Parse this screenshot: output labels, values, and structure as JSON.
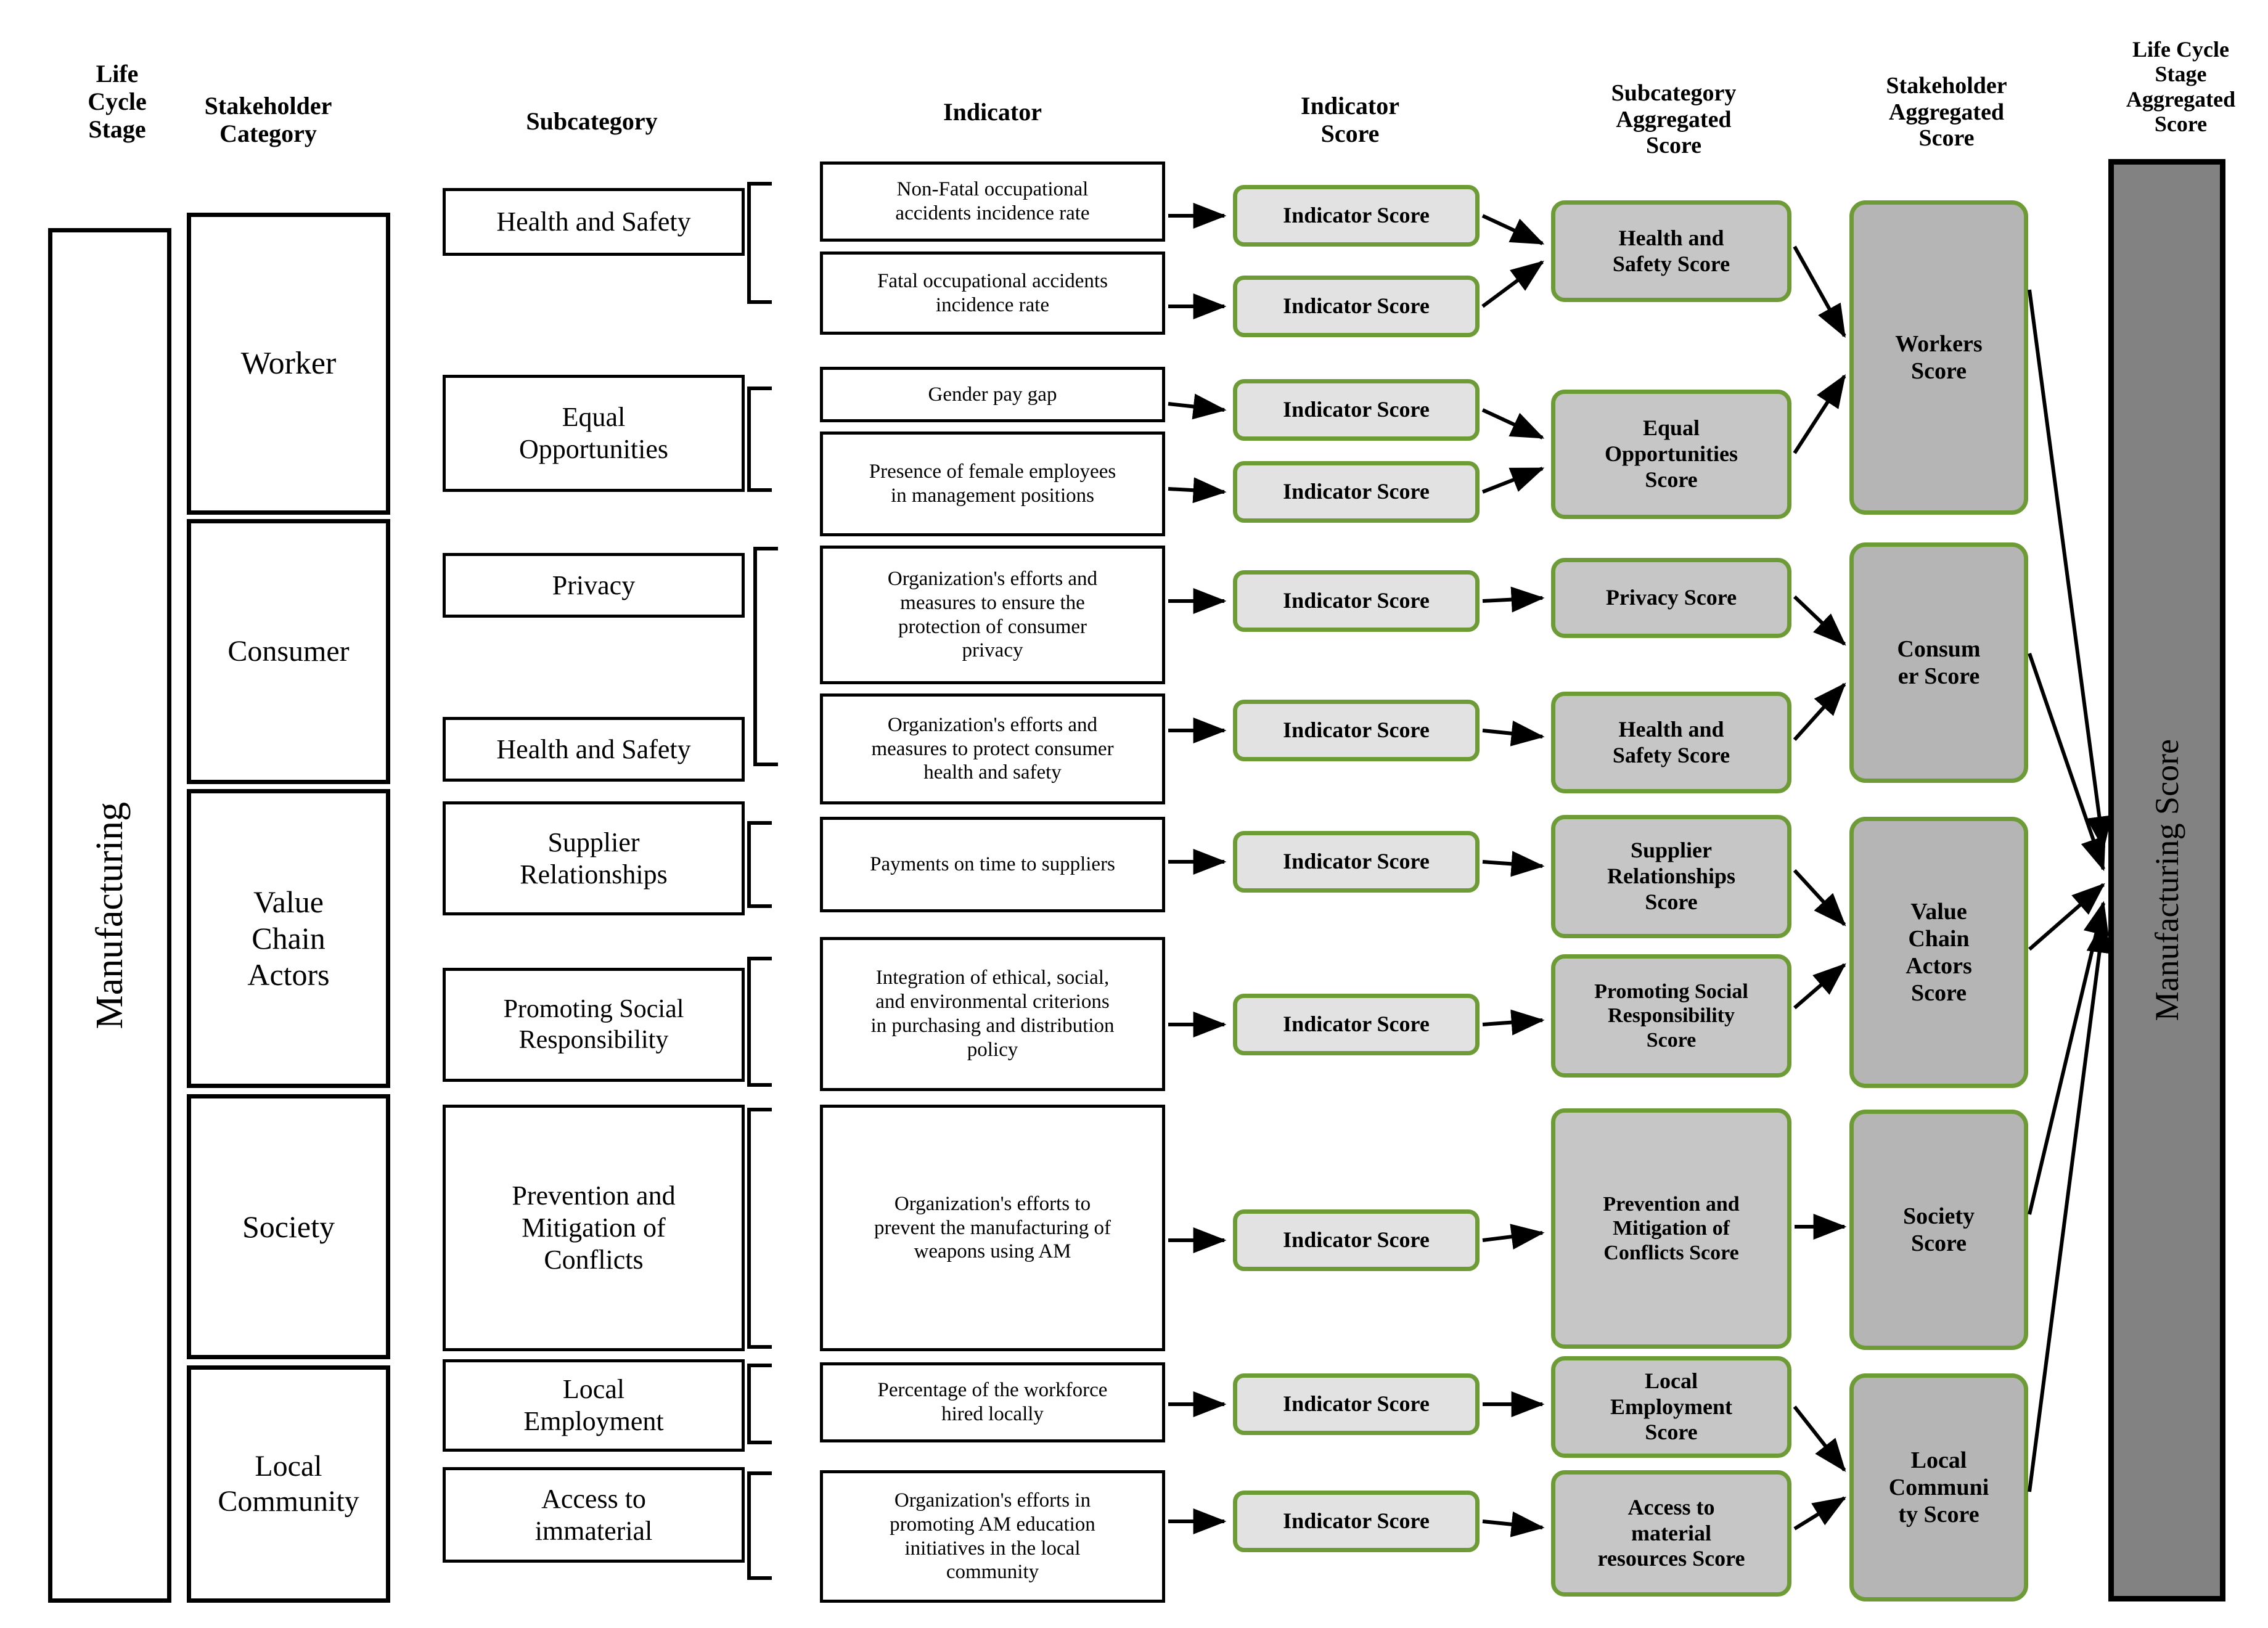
{
  "colors": {
    "green_border": "#6d9b36",
    "indicator_score_fill": "#e2e2e2",
    "subcategory_score_fill": "#c6c6c6",
    "stakeholder_score_fill": "#b5b5b5",
    "final_score_fill": "#828282",
    "box_border": "#000000"
  },
  "headers": {
    "life_cycle_stage": "Life\nCycle\nStage",
    "stakeholder_category": "Stakeholder\nCategory",
    "subcategory": "Subcategory",
    "indicator": "Indicator",
    "indicator_score": "Indicator\nScore",
    "subcategory_aggregated_score": "Subcategory\nAggregated\nScore",
    "stakeholder_aggregated_score": "Stakeholder\nAggregated\nScore",
    "life_cycle_stage_aggregated_score": "Life Cycle\nStage\nAggregated\nScore"
  },
  "life_cycle_stage": {
    "label": "Manufacturing"
  },
  "life_cycle_stage_score": {
    "label": "Manufacturing Score"
  },
  "stakeholder_categories": [
    {
      "label": "Worker"
    },
    {
      "label": "Consumer"
    },
    {
      "label": "Value\nChain\nActors"
    },
    {
      "label": "Society"
    },
    {
      "label": "Local\nCommunity"
    }
  ],
  "stakeholder_scores": [
    {
      "label": "Workers\nScore"
    },
    {
      "label": "Consum\ner Score"
    },
    {
      "label": "Value\nChain\nActors\nScore"
    },
    {
      "label": "Society\nScore"
    },
    {
      "label": "Local\nCommuni\nty Score"
    }
  ],
  "subcategories": [
    {
      "label": "Health and Safety"
    },
    {
      "label": "Equal\nOpportunities"
    },
    {
      "label": "Privacy"
    },
    {
      "label": "Health and Safety"
    },
    {
      "label": "Supplier\nRelationships"
    },
    {
      "label": "Promoting Social\nResponsibility"
    },
    {
      "label": "Prevention and\nMitigation of\nConflicts"
    },
    {
      "label": "Local\nEmployment"
    },
    {
      "label": "Access to\nimmaterial"
    }
  ],
  "subcategory_scores": [
    {
      "label": "Health and\nSafety Score"
    },
    {
      "label": "Equal\nOpportunities\nScore"
    },
    {
      "label": "Privacy Score"
    },
    {
      "label": "Health and\nSafety Score"
    },
    {
      "label": "Supplier\nRelationships\nScore"
    },
    {
      "label": "Promoting Social\nResponsibility\nScore"
    },
    {
      "label": "Prevention and\nMitigation of\nConflicts Score"
    },
    {
      "label": "Local\nEmployment\nScore"
    },
    {
      "label": "Access to\nmaterial\nresources Score"
    }
  ],
  "indicators": [
    {
      "label": "Non-Fatal occupational\naccidents incidence rate"
    },
    {
      "label": "Fatal occupational accidents\nincidence rate"
    },
    {
      "label": "Gender pay gap"
    },
    {
      "label": "Presence of female employees\nin management positions"
    },
    {
      "label": "Organization's efforts and\nmeasures to ensure the\nprotection of consumer\nprivacy"
    },
    {
      "label": "Organization's efforts and\nmeasures to protect consumer\nhealth and safety"
    },
    {
      "label": "Payments on time to suppliers"
    },
    {
      "label": "Integration of ethical, social,\nand environmental criterions\nin purchasing and distribution\npolicy"
    },
    {
      "label": "Organization's efforts to\nprevent the manufacturing of\nweapons using AM"
    },
    {
      "label": "Percentage of the workforce\nhired locally"
    },
    {
      "label": "Organization's efforts in\npromoting AM education\ninitiatives in the local\ncommunity"
    }
  ],
  "indicator_scores": [
    {
      "label": "Indicator Score"
    },
    {
      "label": "Indicator Score"
    },
    {
      "label": "Indicator Score"
    },
    {
      "label": "Indicator Score"
    },
    {
      "label": "Indicator Score"
    },
    {
      "label": "Indicator Score"
    },
    {
      "label": "Indicator Score"
    },
    {
      "label": "Indicator Score"
    },
    {
      "label": "Indicator Score"
    },
    {
      "label": "Indicator Score"
    },
    {
      "label": "Indicator Score"
    }
  ]
}
